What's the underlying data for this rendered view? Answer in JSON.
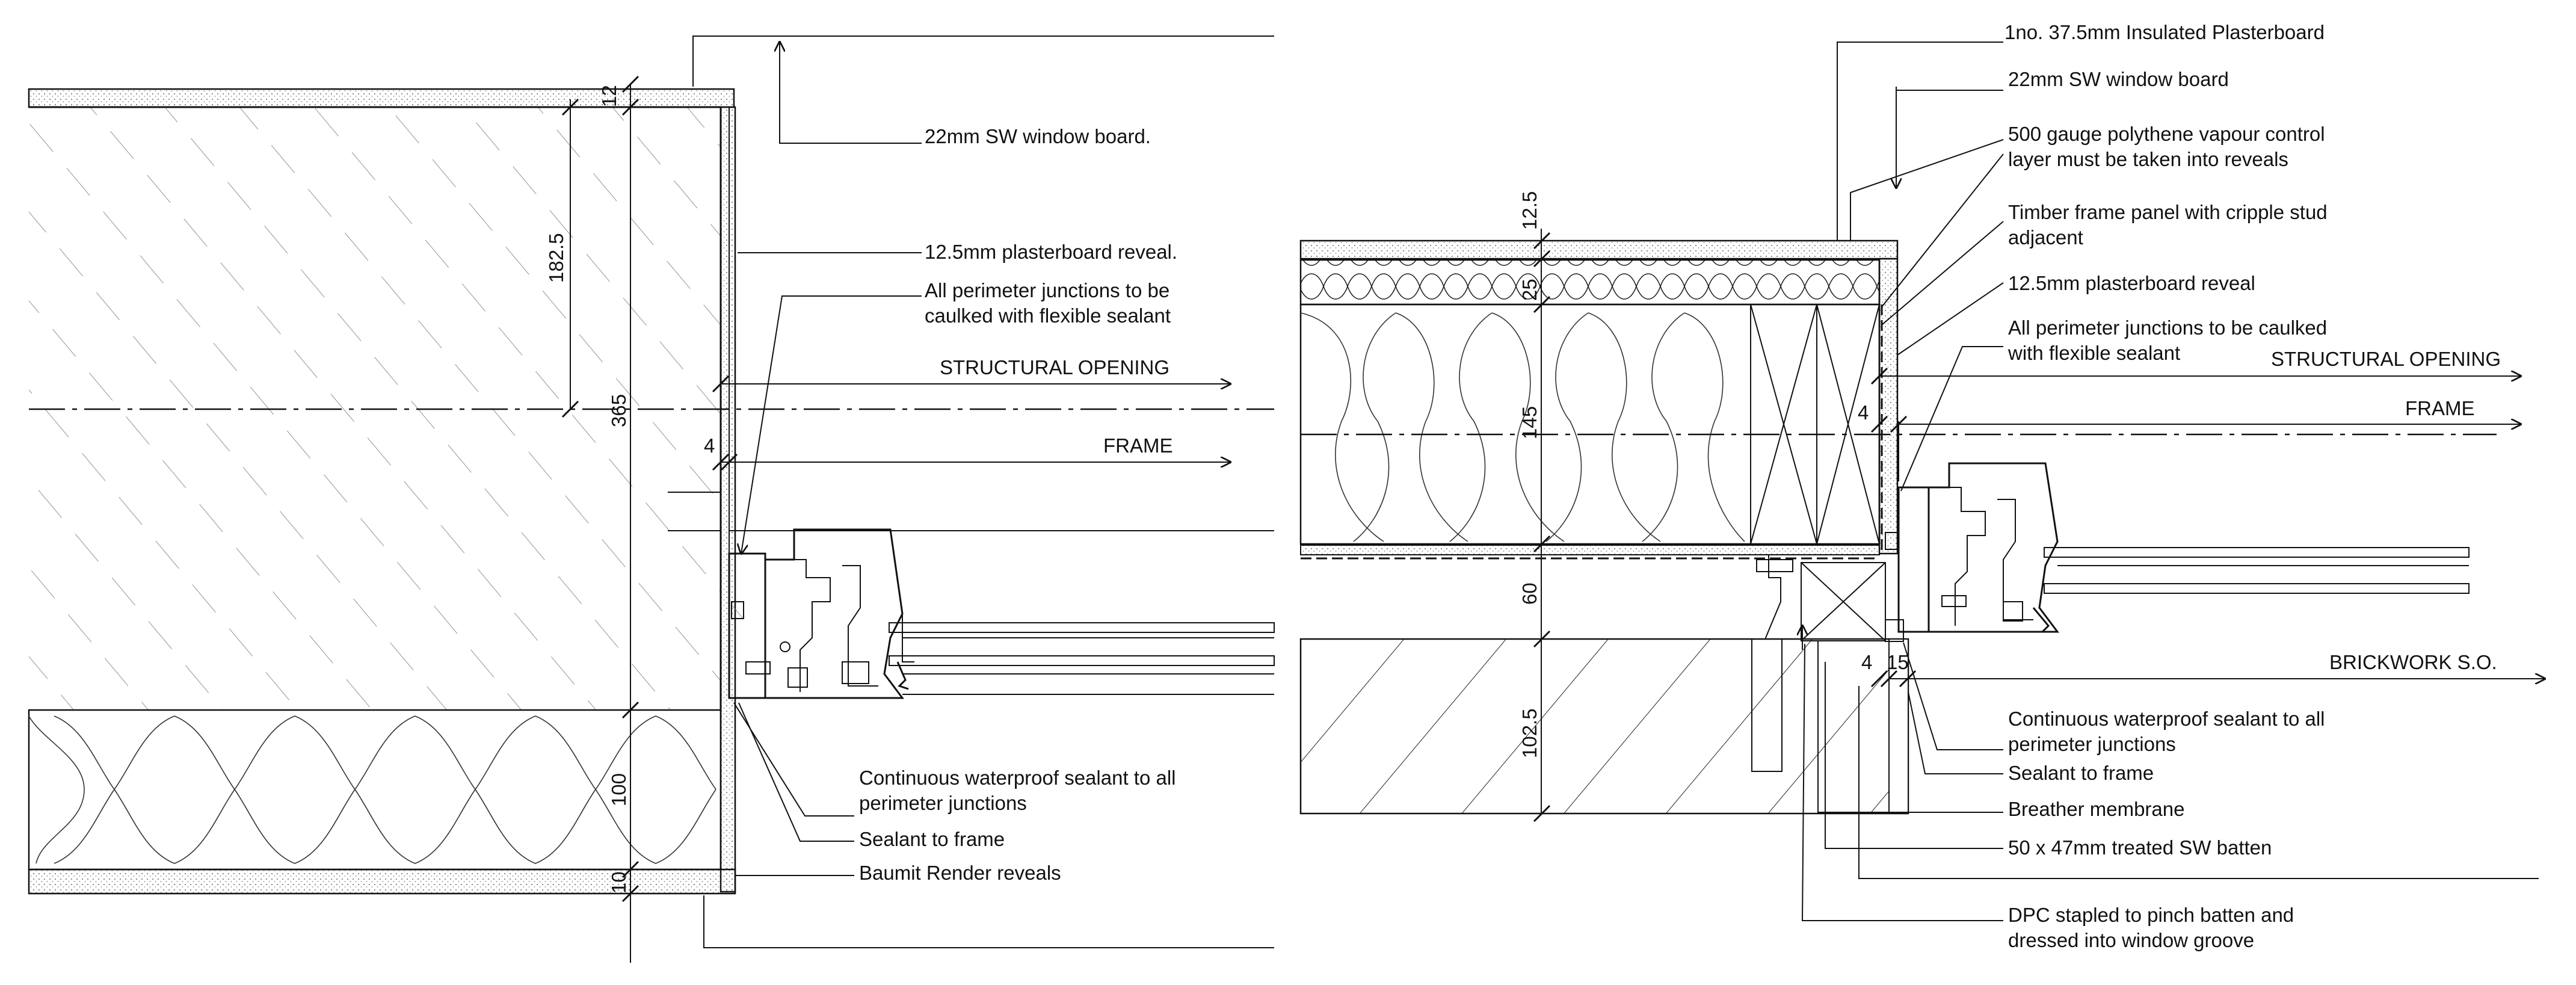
{
  "left_detail": {
    "labels": {
      "window_board": "22mm SW window board.",
      "plasterboard": "12.5mm plasterboard reveal.",
      "caulk": [
        "All perimeter junctions to be",
        "caulked with flexible sealant"
      ],
      "structural_opening": "STRUCTURAL OPENING",
      "frame": "FRAME",
      "waterproof": [
        "Continuous waterproof sealant to all",
        "perimeter junctions"
      ],
      "sealant_frame": "Sealant to frame",
      "render": "Baumit Render reveals"
    },
    "dims": {
      "d12": "12",
      "d182": "182.5",
      "d365": "365",
      "d4": "4",
      "d100": "100",
      "d10": "10"
    }
  },
  "right_detail": {
    "labels": {
      "insulated_pb": "1no. 37.5mm Insulated Plasterboard",
      "window_board": "22mm SW window board",
      "vapour": [
        "500 gauge polythene vapour control",
        "layer must be taken into reveals"
      ],
      "timber_frame": [
        "Timber frame panel with cripple stud",
        "adjacent"
      ],
      "plasterboard": "12.5mm plasterboard reveal",
      "caulk": [
        "All perimeter junctions to be caulked",
        "with flexible sealant"
      ],
      "structural_opening": "STRUCTURAL OPENING",
      "frame": "FRAME",
      "brickwork": "BRICKWORK S.O.",
      "waterproof": [
        "Continuous waterproof sealant to all",
        "perimeter junctions"
      ],
      "sealant_frame": "Sealant to frame",
      "breather": "Breather membrane",
      "batten": "50 x 47mm treated SW batten",
      "dpc": [
        "DPC stapled to pinch batten and",
        "dressed into window groove"
      ]
    },
    "dims": {
      "d12": "12.5",
      "d25": "25",
      "d145": "145",
      "d60": "60",
      "d102": "102.5",
      "d4a": "4",
      "d4b": "4",
      "d15": "15"
    }
  }
}
